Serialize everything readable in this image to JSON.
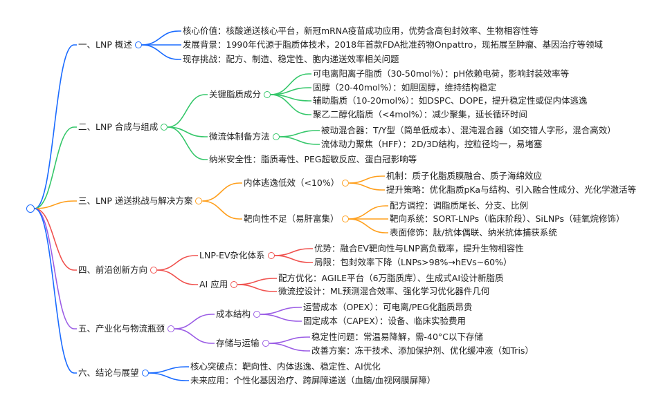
{
  "colors": {
    "b1": "#1a6bff",
    "b2": "#35c76a",
    "b3": "#ff9f1c",
    "b4": "#f0524f",
    "b5": "#9b5de5",
    "b6": "#1a6bff"
  },
  "b1": {
    "label": "一、LNP 概述",
    "items": [
      "核心价值：核酸递送核心平台，新冠mRNA疫苗成功应用，优势含高包封效率、生物相容性等",
      "发展背景：1990年代源于脂质体技术，2018年首款FDA批准药物Onpattro，现拓展至肿瘤、基因治疗等领域",
      "现存挑战：配方、制造、稳定性、胞内递送效率相关问题"
    ]
  },
  "b2": {
    "label": "二、LNP 合成与组成",
    "lipids": {
      "label": "关键脂质成分",
      "items": [
        "可电离阳离子脂质（30-50mol%）：pH依赖电荷，影响封装效率等",
        "固醇（20-40mol%）：如胆固醇，维持结构稳定",
        "辅助脂质（10-20mol%）：如DSPC、DOPE，提升稳定性或促内体逃逸",
        "聚乙二醇化脂质（<4mol%）：减少聚集，延长循环时间"
      ]
    },
    "microfluidic": {
      "label": "微流体制备方法",
      "items": [
        "被动混合器：T/Y型（简单低成本）、混沌混合器（如交错人字形，混合高效）",
        "流体动力聚焦（HFF）：2D/3D结构，控粒径均一，易堵塞"
      ]
    },
    "safety": "纳米安全性：脂质毒性、PEG超敏反应、蛋白冠影响等"
  },
  "b3": {
    "label": "三、LNP 递送挑战与解决方案",
    "escape": {
      "label": "内体逃逸低效（<10%）",
      "items": [
        "机制：质子化脂质膜融合、质子海绵效应",
        "提升策略：优化脂质pKa与结构、引入融合性成分、光化学激活等"
      ]
    },
    "targeting": {
      "label": "靶向性不足（易肝富集）",
      "items": [
        "配方调控：调脂质尾长、分支、比例",
        "靶向系统：SORT-LNPs（临床阶段）、SiLNPs（硅氧烷修饰）",
        "表面修饰：肽/抗体偶联、纳米抗体捕获系统"
      ]
    }
  },
  "b4": {
    "label": "四、前沿创新方向",
    "hybrid": {
      "label": "LNP-EV杂化体系",
      "items": [
        "优势：融合EV靶向性与LNP高负载率，提升生物相容性",
        "局限：包封效率下降（LNPs>98%→hEVs~60%）"
      ]
    },
    "ai": {
      "label": "AI 应用",
      "items": [
        "配方优化：AGILE平台（6万脂质库）、生成式AI设计新脂质",
        "微流控设计：ML预测混合效率、强化学习优化器件几何"
      ]
    }
  },
  "b5": {
    "label": "五、产业化与物流瓶颈",
    "cost": {
      "label": "成本结构",
      "items": [
        "运营成本（OPEX）：可电离/PEG化脂质昂贵",
        "固定成本（CAPEX）：设备、临床实验费用"
      ]
    },
    "storage": {
      "label": "存储与运输",
      "items": [
        "稳定性问题：常温易降解，需-40°C以下存储",
        "改善方案：冻干技术、添加保护剂、优化缓冲液（如Tris）"
      ]
    }
  },
  "b6": {
    "label": "六、结论与展望",
    "items": [
      "核心突破点：靶向性、内体逃逸、稳定性、AI优化",
      "未来应用：个性化基因治疗、跨屏障递送（血脑/血视网膜屏障）"
    ]
  }
}
